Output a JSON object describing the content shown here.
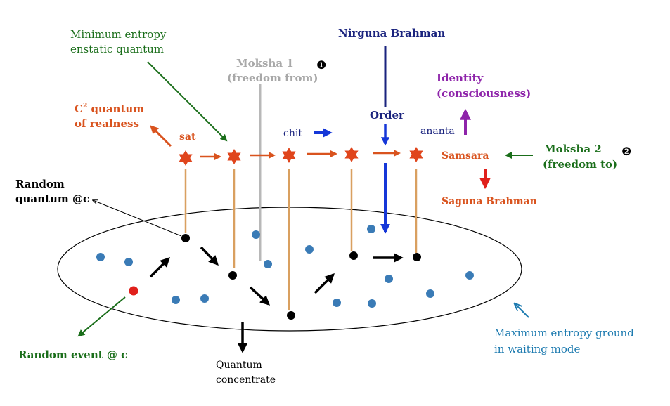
{
  "labels": {
    "nirguna": "Nirguna Brahman",
    "min_entropy_1": "Minimum entropy",
    "min_entropy_2": "enstatic quantum",
    "moksha1_1": "Moksha 1",
    "moksha1_2": "(freedom from)",
    "marker1": "❶",
    "identity_1": "Identity",
    "identity_2": "(consciousness)",
    "c2_base": "C",
    "c2_sup": "2",
    "c2_rest": " quantum",
    "c2_2": "of realness",
    "sat": "sat",
    "chit": "chit",
    "order": "Order",
    "ananta": "ananta",
    "samsara": "Samsara",
    "moksha2_1": "Moksha 2",
    "moksha2_2": "(freedom to)",
    "marker2": "❷",
    "random_q_1": "Random",
    "random_q_2": "quantum @c",
    "saguna": "Saguna Brahman",
    "random_event": "Random event @ c",
    "qc_1": "Quantum",
    "qc_2": "concentrate",
    "max_1": "Maximum entropy ground",
    "max_2": "in waiting mode"
  },
  "colors": {
    "black": "#000000",
    "green": "#1a6e1a",
    "navy": "#1a237e",
    "gray": "#a8a8a8",
    "purple": "#8e24aa",
    "orange": "#d9531e",
    "blue": "#1537d8",
    "teal": "#1e7bb0",
    "dot": "#3a7bb6",
    "red": "#e0201b",
    "tan": "#d9a060"
  },
  "icons": {
    "star": "star-icon",
    "marker": "circled-number-icon"
  }
}
